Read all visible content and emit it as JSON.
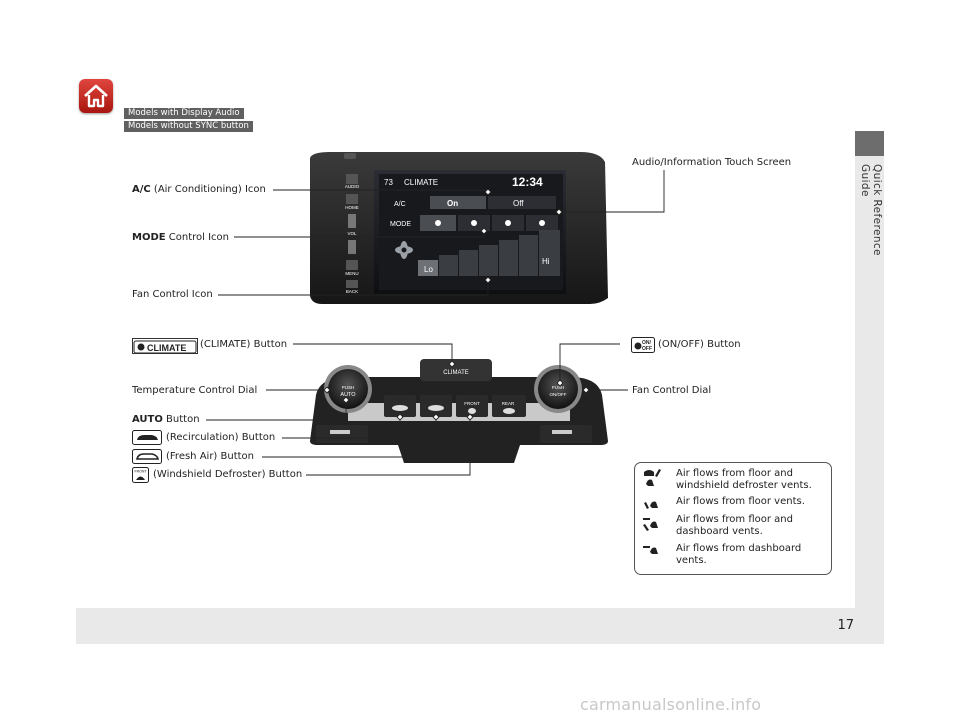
{
  "tags": {
    "models_display_audio": "Models with Display Audio",
    "models_without_sync": "Models without SYNC button"
  },
  "sidebar": {
    "section_title": "Quick Reference Guide"
  },
  "page_number": "17",
  "screen": {
    "left_buttons": [
      "AUDIO",
      "HOME",
      "VOL",
      "MENU",
      "BACK"
    ],
    "temp_value": "73",
    "title": "CLIMATE",
    "clock": "12:34",
    "ac_label": "A/C",
    "on_label": "On",
    "off_label": "Off",
    "mode_label": "MODE",
    "fan_lo": "Lo",
    "fan_hi": "Hi",
    "fan_level": 0.16
  },
  "panel": {
    "climate_label": "CLIMATE",
    "auto_label": "AUTO",
    "push_label": "PUSH",
    "onoff_label": "ON/OFF",
    "front_label": "FRONT",
    "rear_label": "REAR"
  },
  "labels": {
    "ac_icon_bold": "A/C",
    "ac_icon_rest": " (Air Conditioning) Icon",
    "touch_screen": "Audio/Information Touch Screen",
    "mode_bold": "MODE",
    "mode_rest": " Control Icon",
    "fan_control_icon": "Fan Control Icon",
    "climate_button": "(CLIMATE) Button",
    "onoff_button": "(ON/OFF) Button",
    "temp_dial": "Temperature Control Dial",
    "fan_dial": "Fan Control Dial",
    "auto_bold": "AUTO",
    "auto_rest": " Button",
    "recirc_button": "(Recirculation) Button",
    "fresh_button": "(Fresh Air) Button",
    "defroster_button": "(Windshield Defroster) Button",
    "climate_chip": "CLIMATE",
    "onoff_chip_on": "ON/",
    "onoff_chip_off": "OFF",
    "front_chip": "FRONT"
  },
  "legend": [
    "Air flows from floor and windshield defroster vents.",
    "Air flows from floor vents.",
    "Air flows from floor and dashboard vents.",
    "Air flows from dashboard vents."
  ],
  "watermark": "carmanualsonline.info"
}
